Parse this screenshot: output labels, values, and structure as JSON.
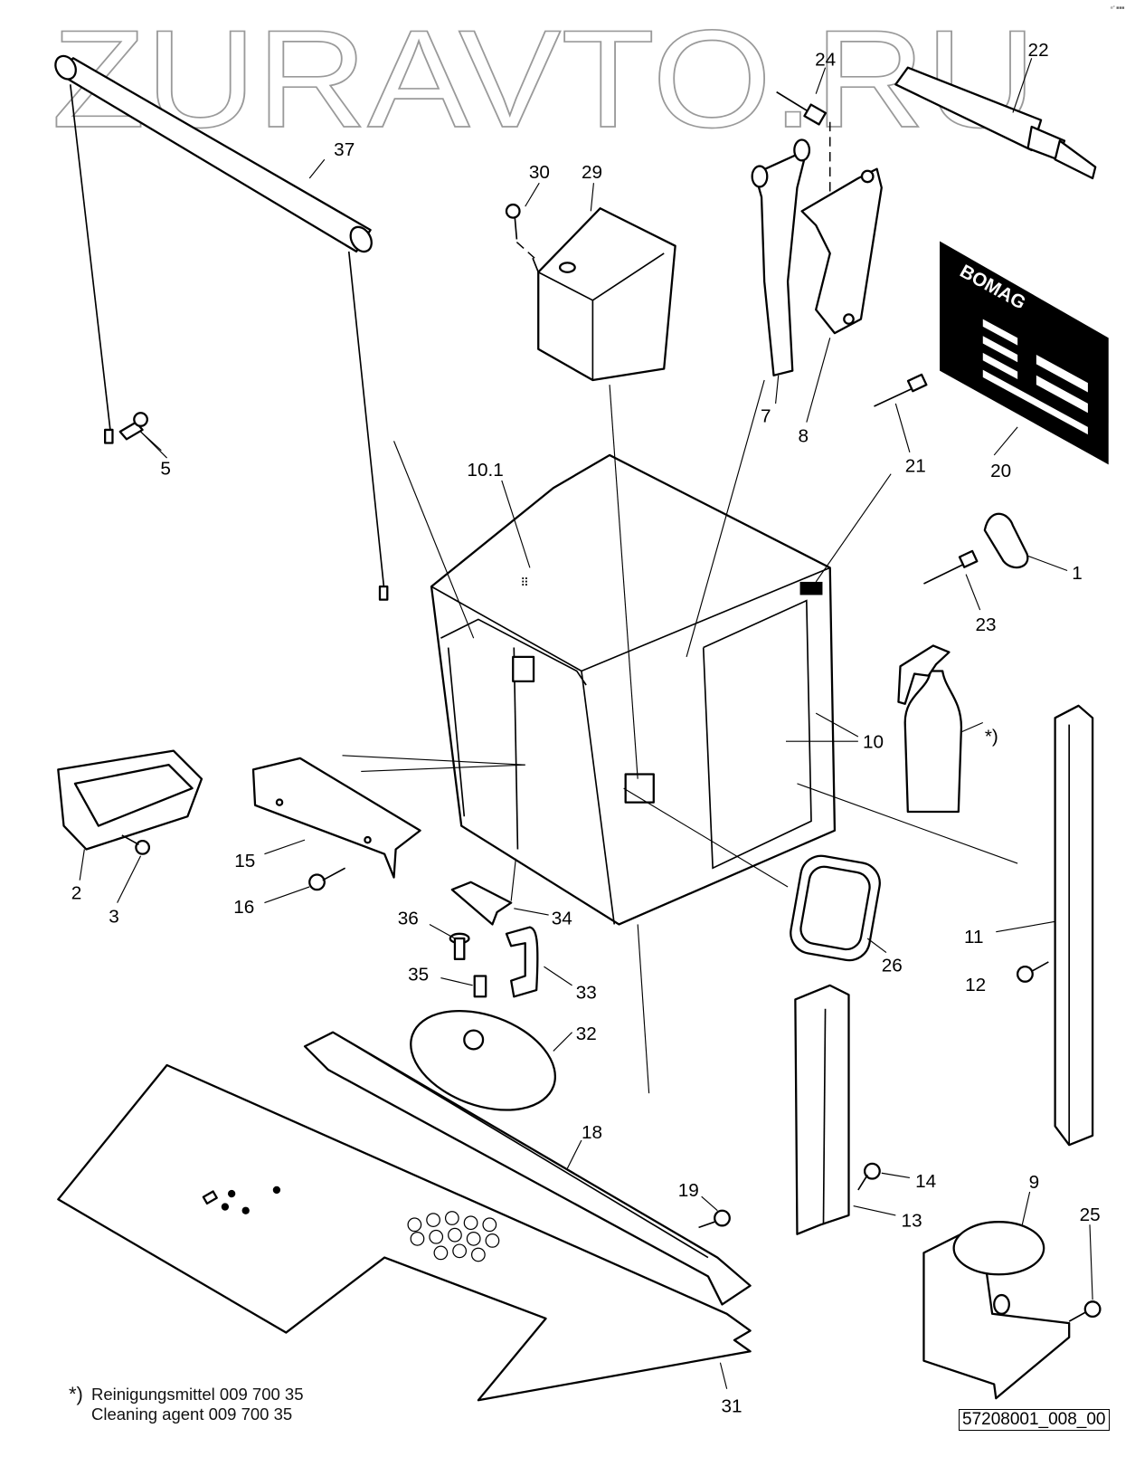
{
  "watermark": "ZURAVTO.RU",
  "corner_mark": "e° ■■■",
  "brand_plate_text": "BOMAG",
  "part_labels": {
    "p1": "1",
    "p2": "2",
    "p3": "3",
    "p5": "5",
    "p7": "7",
    "p8": "8",
    "p9": "9",
    "p10": "10",
    "p10_1": "10.1",
    "p11": "11",
    "p12": "12",
    "p13": "13",
    "p14": "14",
    "p15": "15",
    "p16": "16",
    "p18": "18",
    "p19": "19",
    "p20": "20",
    "p21": "21",
    "p22": "22",
    "p23": "23",
    "p24": "24",
    "p25": "25",
    "p26": "26",
    "p29": "29",
    "p30": "30",
    "p31": "31",
    "p32": "32",
    "p33": "33",
    "p34": "34",
    "p35": "35",
    "p36": "36",
    "p37": "37",
    "star": "*)"
  },
  "footnote": {
    "marker": "*)",
    "line_de": "Reinigungsmittel 009 700 35",
    "line_en": "Cleaning agent 009 700 35"
  },
  "drawing_number": "57208001_008_00"
}
